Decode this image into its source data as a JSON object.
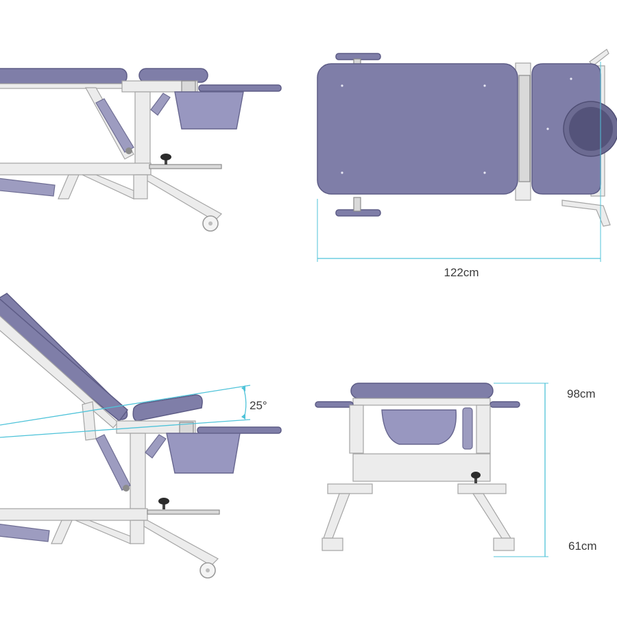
{
  "views": {
    "top_view": {
      "length_label": "122cm"
    },
    "reclined_side_view": {
      "angle_label": "25°"
    },
    "end_view": {
      "max_height_label": "98cm",
      "min_height_label": "61cm"
    }
  },
  "colors": {
    "upholstery": "#7f7ea8",
    "frame": "#ececec",
    "dimension_lines": "#4fc3d9",
    "text": "#3a3a3a"
  }
}
